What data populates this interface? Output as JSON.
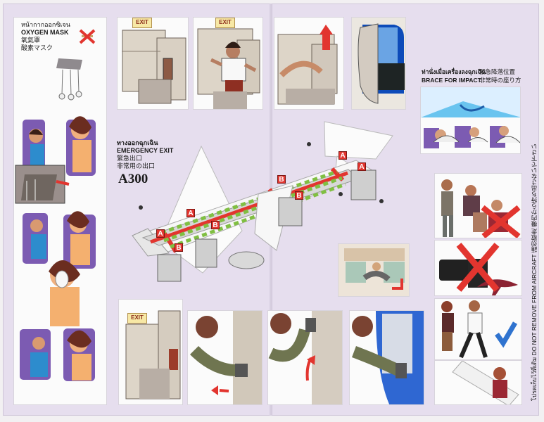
{
  "oxygen": {
    "thai": "หน้ากากออกซิเจน",
    "english": "OXYGEN MASK",
    "chinese": "氧氣罩",
    "japanese": "酸素マスク"
  },
  "brace": {
    "thai": "ท่านั่งเมื่อเครื่องลงฉุกเฉิน",
    "english": "BRACE FOR IMPACT",
    "chinese": "緊急降落位置",
    "japanese": "非常時の座り方"
  },
  "emergency_exit": {
    "thai": "ทางออกฉุกเฉิน",
    "english": "EMERGENCY EXIT",
    "chinese": "緊急出口",
    "japanese": "非常用の出口"
  },
  "aircraft": "A300",
  "markers": {
    "a": "A",
    "b": "B"
  },
  "exit_label": "EXIT",
  "vertical": {
    "thai": "โปรดเก็บไว้ที่เดิม",
    "english": "DO NOT REMOVE FROM AIRCRAFT",
    "chinese": "請勿取走",
    "japanese": "機内から持ち出さないで下さい"
  },
  "colors": {
    "accent": "#e2352f",
    "card": "#e6deee",
    "check": "#2f73cf"
  }
}
